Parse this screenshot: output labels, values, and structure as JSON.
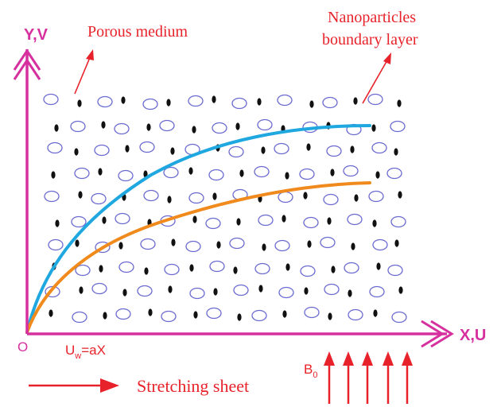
{
  "labels": {
    "y_axis": "Y,V",
    "x_axis": "X,U",
    "origin": "O",
    "porous": "Porous medium",
    "nano_line1": "Nanoparticles",
    "nano_line2": "boundary layer",
    "uw_u": "U",
    "uw_sub": "w",
    "uw_rest": "=aX",
    "stretching": "Stretching sheet",
    "b0_main": "B",
    "b0_sub": "0"
  },
  "colors": {
    "axis": "#d6309f",
    "annotation": "#e8222a",
    "velocity_curve": "#1fa7e0",
    "nano_curve": "#f08a1c",
    "particle_ring": "#6a6ad0",
    "particle_dot": "#111111"
  }
}
